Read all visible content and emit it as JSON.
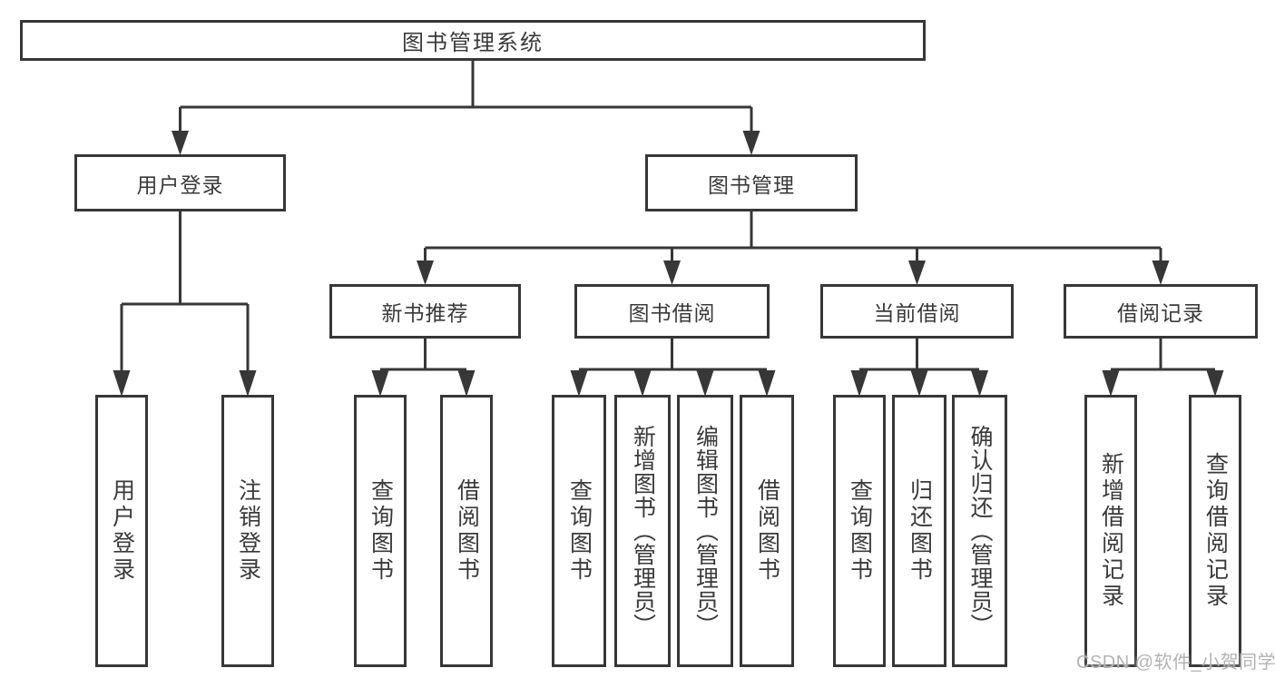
{
  "nodes": {
    "root": "图书管理系统",
    "login": "用户登录",
    "mgmt": "图书管理",
    "recommend": "新书推荐",
    "borrow": "图书借阅",
    "current": "当前借阅",
    "records": "借阅记录"
  },
  "leaves": {
    "login": [
      "用户登录",
      "注销登录"
    ],
    "recommend": [
      "查询图书",
      "借阅图书"
    ],
    "borrow": [
      "查询图书",
      "新增图书（管理员）",
      "编辑图书（管理员）",
      "借阅图书"
    ],
    "current": [
      "查询图书",
      "归还图书",
      "确认归还（管理员）"
    ],
    "records": [
      "新增借阅记录",
      "查询借阅记录"
    ]
  },
  "watermark": "CSDN @软件_小贺同学",
  "colors": {
    "line": "#373737",
    "text": "#3a3a3a",
    "watermark": "#b3b3b3",
    "background": "#ffffff"
  }
}
